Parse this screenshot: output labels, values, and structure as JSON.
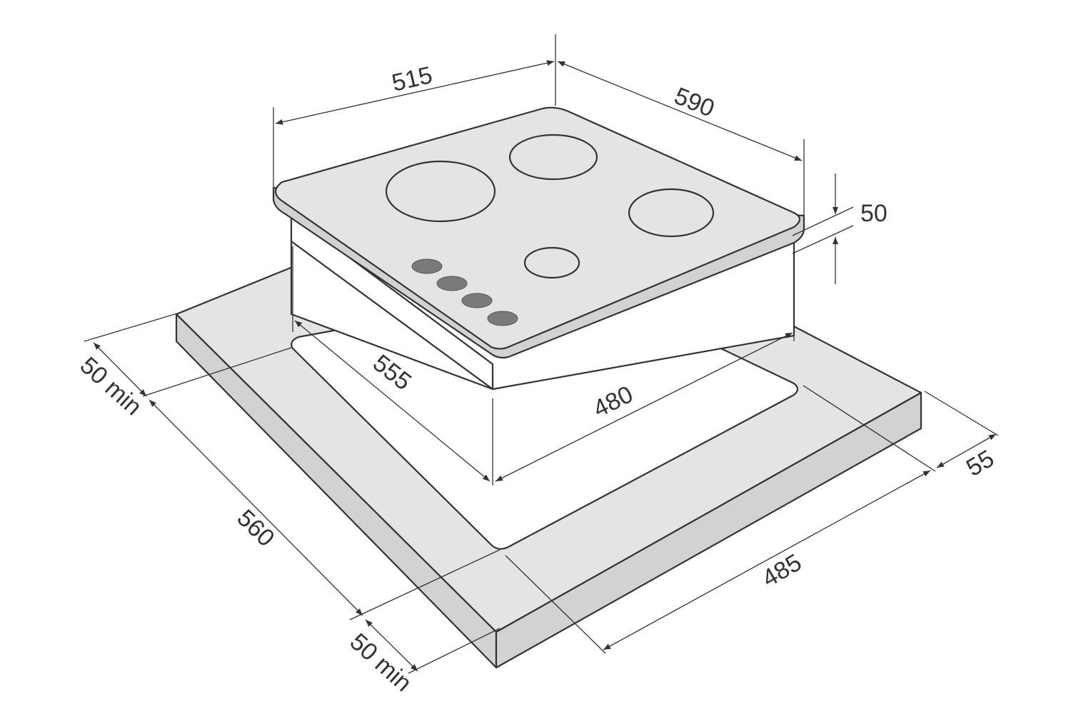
{
  "colors": {
    "line": "#333333",
    "surface": "#e4e4e4",
    "side": "#d2d2d2",
    "knob": "#7a7a7a",
    "background": "#ffffff"
  },
  "hob": {
    "burners": 4,
    "knobs": 4
  },
  "dimensions": {
    "hob_width": "515",
    "hob_depth": "590",
    "hob_height": "50",
    "cutout_depth": "555",
    "cutout_width": "480",
    "front_clearance": "50 min",
    "rear_clearance": "50 min",
    "worktop_depth": "560",
    "worktop_width": "485",
    "side_clearance": "55"
  }
}
